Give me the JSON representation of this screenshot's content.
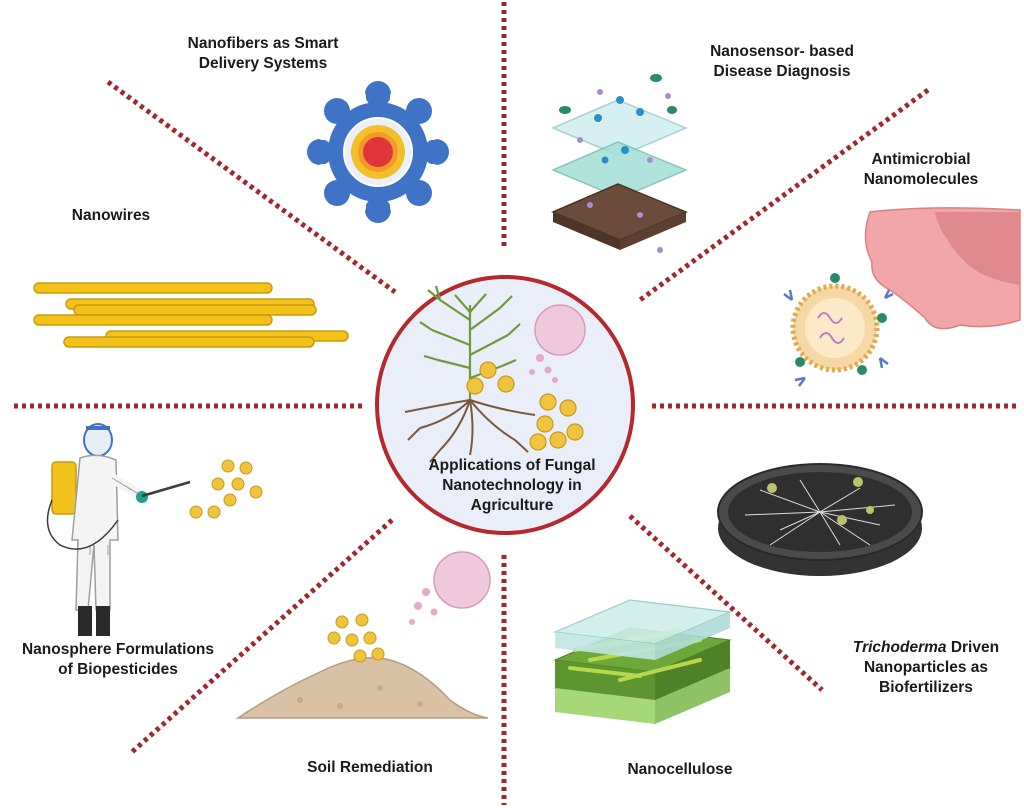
{
  "center": {
    "title_lines": [
      "Applications of Fungal",
      "Nanotechnology in",
      "Agriculture"
    ]
  },
  "labels": {
    "nanofibers": [
      "Nanofibers as Smart",
      "Delivery Systems"
    ],
    "nanosensor": [
      "Nanosensor- based",
      "Disease Diagnosis"
    ],
    "antimicrobial": [
      "Antimicrobial",
      "Nanomolecules"
    ],
    "nanowires": "Nanowires",
    "trichoderma": {
      "italic": "Trichoderma",
      "line1_rest": " Driven",
      "line2": "Nanoparticles as",
      "line3": "Biofertilizers"
    },
    "nanosphere": [
      "Nanosphere Formulations",
      "of Biopesticides"
    ],
    "soil": "Soil Remediation",
    "nanocellulose": "Nanocellulose"
  },
  "colors": {
    "divider": "#a3262a",
    "circle_border": "#b5282d",
    "circle_fill": "#e9eef8",
    "nanowire": "#f2c21b",
    "nanoparticle": "#f0c53d",
    "gear": "#3f73c6",
    "soil": "#d8c1a4",
    "sensor_layer": "#a8e0d8",
    "sensor_soil": "#6b4b3a",
    "membrane": "#f2a6a8",
    "green_fiber": "#7bbf3a"
  }
}
